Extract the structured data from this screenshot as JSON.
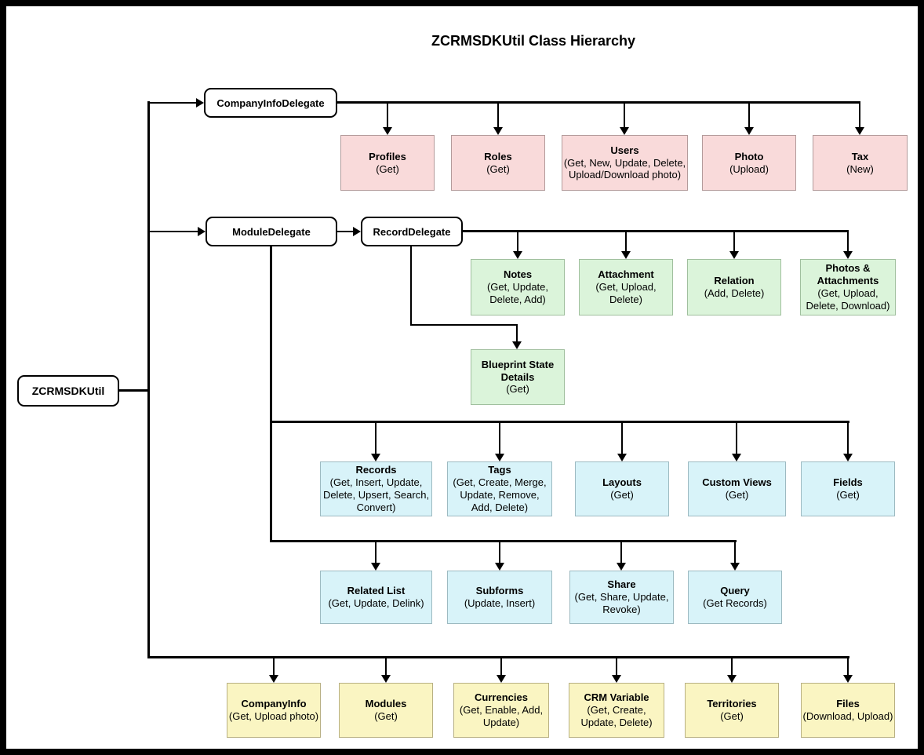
{
  "title": "ZCRMSDKUtil Class Hierarchy",
  "nodes": {
    "root": "ZCRMSDKUtil",
    "company_delegate": "CompanyInfoDelegate",
    "module_delegate": "ModuleDelegate",
    "record_delegate": "RecordDelegate"
  },
  "company_children": [
    {
      "title": "Profiles",
      "methods": "(Get)"
    },
    {
      "title": "Roles",
      "methods": "(Get)"
    },
    {
      "title": "Users",
      "methods": "(Get, New, Update, Delete, Upload/Download photo)"
    },
    {
      "title": "Photo",
      "methods": "(Upload)"
    },
    {
      "title": "Tax",
      "methods": "(New)"
    }
  ],
  "record_children": [
    {
      "title": "Notes",
      "methods": "(Get, Update, Delete, Add)"
    },
    {
      "title": "Attachment",
      "methods": "(Get, Upload, Delete)"
    },
    {
      "title": "Relation",
      "methods": "(Add, Delete)"
    },
    {
      "title": "Photos & Attachments",
      "methods": "(Get, Upload, Delete, Download)"
    },
    {
      "title": "Blueprint State Details",
      "methods": "(Get)"
    }
  ],
  "module_children_row1": [
    {
      "title": "Records",
      "methods": "(Get, Insert, Update, Delete, Upsert, Search, Convert)"
    },
    {
      "title": "Tags",
      "methods": "(Get, Create, Merge, Update, Remove, Add, Delete)"
    },
    {
      "title": "Layouts",
      "methods": "(Get)"
    },
    {
      "title": "Custom Views",
      "methods": "(Get)"
    },
    {
      "title": "Fields",
      "methods": "(Get)"
    }
  ],
  "module_children_row2": [
    {
      "title": "Related List",
      "methods": "(Get, Update, Delink)"
    },
    {
      "title": "Subforms",
      "methods": "(Update, Insert)"
    },
    {
      "title": "Share",
      "methods": "(Get, Share, Update, Revoke)"
    },
    {
      "title": "Query",
      "methods": "(Get Records)"
    }
  ],
  "root_children": [
    {
      "title": "CompanyInfo",
      "methods": "(Get, Upload photo)"
    },
    {
      "title": "Modules",
      "methods": "(Get)"
    },
    {
      "title": "Currencies",
      "methods": "(Get, Enable, Add, Update)"
    },
    {
      "title": "CRM Variable",
      "methods": "(Get, Create, Update, Delete)"
    },
    {
      "title": "Territories",
      "methods": "(Get)"
    },
    {
      "title": "Files",
      "methods": "(Download, Upload)"
    }
  ],
  "colors": {
    "pink_fill": "#F9DADA",
    "pink_border": "#B39B9B",
    "green_fill": "#DBF4DA",
    "green_border": "#A0BF9E",
    "cyan_fill": "#D8F3F9",
    "cyan_border": "#9DBAC1",
    "yellow_fill": "#FAF5C2",
    "yellow_border": "#B8B083",
    "line": "#000000"
  }
}
